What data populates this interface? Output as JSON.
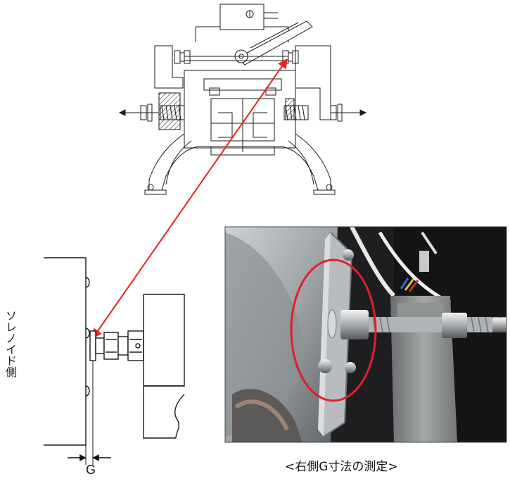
{
  "labels": {
    "solenoid_side": "ソレノイド側",
    "gap": "G",
    "caption": "<右側G寸法の測定>"
  },
  "colors": {
    "line": "#1a1a1a",
    "arrow": "#e52521",
    "highlight_circle": "#e0202a"
  }
}
